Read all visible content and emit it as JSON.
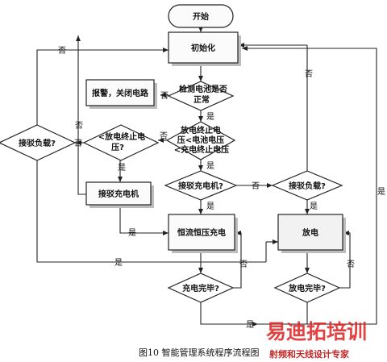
{
  "nodes": {
    "start": "开始",
    "init": "初始化",
    "check_battery": [
      "检测电池是否",
      "正常"
    ],
    "alarm": "报警，关闭电路",
    "load_left": "接驳负载?",
    "discharge_end_small": [
      "<放电终止电",
      "压?"
    ],
    "compare_voltage": [
      "放电终止电",
      "压<电池电压",
      "<充电终止电压"
    ],
    "connect_charger_q": "接驳充电机?",
    "connect_charger": "接驳充电机",
    "load_right": "接驳负载?",
    "cc_cv_charge": "恒流恒压充电",
    "discharge": "放电",
    "charge_done": "充电完毕?",
    "discharge_done": "放电完毕?"
  },
  "labels": {
    "yes": "是",
    "no": "否"
  },
  "caption": "图10   智能管理系统程序流程图",
  "watermark": {
    "brand": "易迪拓培训",
    "slogan": "射频和天线设计专家"
  }
}
